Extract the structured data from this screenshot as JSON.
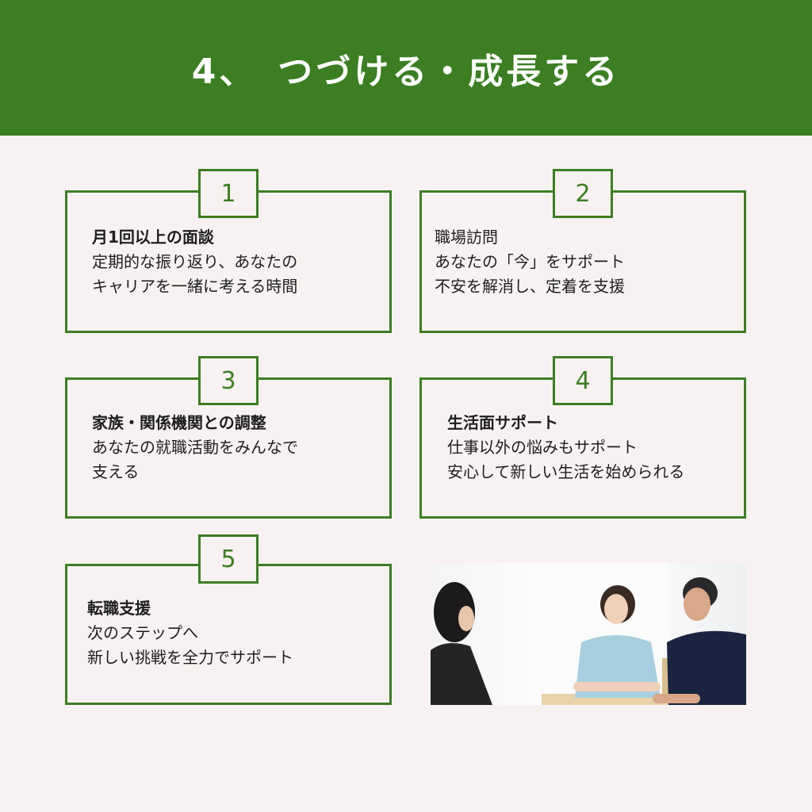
{
  "header": {
    "title": "4、　つづける・成長する",
    "bg_color": "#3c7e22"
  },
  "accent_color": "#3c7e22",
  "cards": [
    {
      "number": "1",
      "title": "月1回以上の面談",
      "lines": [
        "定期的な振り返り、あなたの",
        "キャリアを一緒に考える時間"
      ]
    },
    {
      "number": "2",
      "title": "職場訪問",
      "lines": [
        "あなたの「今」をサポート",
        "不安を解消し、定着を支援"
      ]
    },
    {
      "number": "3",
      "title": "家族・関係機関との調整",
      "lines": [
        "あなたの就職活動をみんなで",
        "支える"
      ]
    },
    {
      "number": "4",
      "title": "生活面サポート",
      "lines": [
        "仕事以外の悩みもサポート",
        "安心して新しい生活を始められる"
      ]
    },
    {
      "number": "5",
      "title": "転職支援",
      "lines": [
        "次のステップへ",
        "新しい挑戦を全力でサポート"
      ]
    }
  ]
}
